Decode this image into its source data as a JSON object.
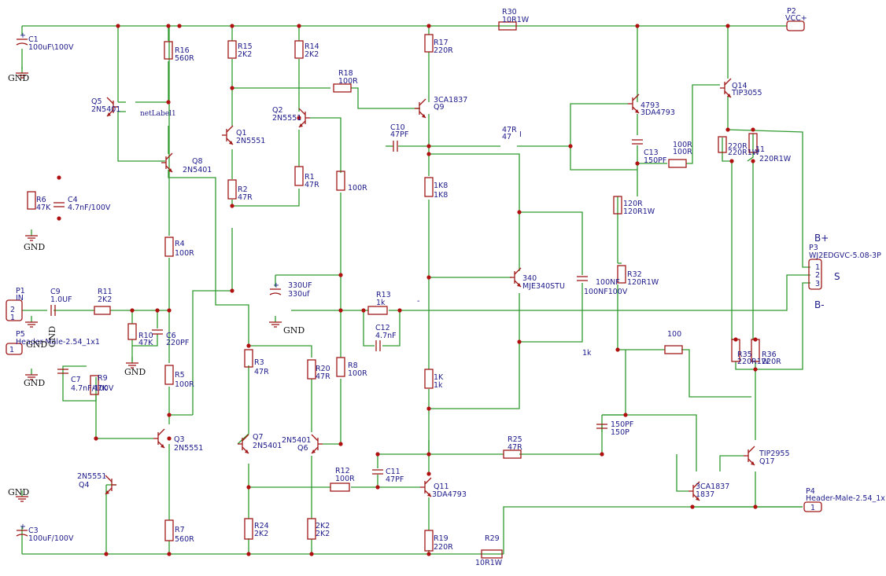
{
  "power_labels": {
    "gnd": "GND"
  },
  "components": [
    {
      "id": "C1",
      "value": "100uF\\100V"
    },
    {
      "id": "C3",
      "value": "100uF/100V"
    },
    {
      "id": "C4",
      "value": "4.7nF/100V"
    },
    {
      "id": "C6",
      "value": "220PF"
    },
    {
      "id": "C7",
      "value": "4.7nF/100V"
    },
    {
      "id": "C9",
      "value": "1.0UF"
    },
    {
      "id": "C10",
      "value": "47PF"
    },
    {
      "id": "C11",
      "value": "47PF"
    },
    {
      "id": "C12",
      "value": "4.7nF"
    },
    {
      "id": "C13",
      "value": "150PF"
    },
    {
      "id": "R1",
      "value": "47R"
    },
    {
      "id": "R2",
      "value": "47R"
    },
    {
      "id": "R3",
      "value": "47R"
    },
    {
      "id": "R4",
      "value": "100R"
    },
    {
      "id": "R5",
      "value": "100R"
    },
    {
      "id": "R6",
      "value": "47K"
    },
    {
      "id": "R7",
      "value": "560R"
    },
    {
      "id": "R8",
      "value": "100R"
    },
    {
      "id": "R9",
      "value": "47K"
    },
    {
      "id": "R10",
      "value": "47K"
    },
    {
      "id": "R11",
      "value": "2K2"
    },
    {
      "id": "R12",
      "value": "100R"
    },
    {
      "id": "R13",
      "value": "1k"
    },
    {
      "id": "R14",
      "value": "2K2"
    },
    {
      "id": "R15",
      "value": "2K2"
    },
    {
      "id": "R16",
      "value": "560R"
    },
    {
      "id": "R17",
      "value": "220R"
    },
    {
      "id": "R18",
      "value": "100R"
    },
    {
      "id": "R19",
      "value": "220R"
    },
    {
      "id": "R20",
      "value": "47R"
    },
    {
      "id": "R24",
      "value": "2K2"
    },
    {
      "id": "R25",
      "value": "47R"
    },
    {
      "id": "R29",
      "value": "10R1W"
    },
    {
      "id": "R30",
      "value": "10R1W"
    },
    {
      "id": "R32",
      "value": "120R1W"
    },
    {
      "id": "R35",
      "value": "220R1W"
    },
    {
      "id": "R36",
      "value": "220R"
    },
    {
      "id": "Q1",
      "value": "2N5551"
    },
    {
      "id": "Q2",
      "value": "2N5551"
    },
    {
      "id": "Q3",
      "value": "2N5551"
    },
    {
      "id": "Q4",
      "value": "2N5551"
    },
    {
      "id": "Q5",
      "value": "2N5401"
    },
    {
      "id": "Q6",
      "value": "2N5401"
    },
    {
      "id": "Q7",
      "value": "2N5401"
    },
    {
      "id": "Q8",
      "value": "2N5401"
    },
    {
      "id": "Q9",
      "value": "3CA1837"
    },
    {
      "id": "Q11",
      "value": "3DA4793"
    },
    {
      "id": "Q14",
      "value": "TIP3055"
    },
    {
      "id": "Q17",
      "value": "TIP2955"
    },
    {
      "id": "P1",
      "value": "IN"
    },
    {
      "id": "P2",
      "value": "VCC+"
    },
    {
      "id": "P3",
      "value": "WJ2EDGVC-5.08-3P"
    },
    {
      "id": "P4",
      "value": "Header-Male-2.54_1x1"
    },
    {
      "id": "P5",
      "value": "Header-Male-2.54_1x1"
    }
  ],
  "annotations": {
    "net_label": "netLabel1",
    "u340_ref": "340",
    "u340_part": "MJE340STU",
    "u340_cap": "100NF",
    "u340_cap_value": "100NF100V",
    "r_1k8_ref": "1K8",
    "r_1k8_value": "1K8",
    "r_1k_ref": "1K",
    "r_1k_value": "1k",
    "r_100r_mid": "100R",
    "r_47r_ref": "47R",
    "r_47r_value": "47",
    "r_120r_ref": "120R",
    "r_120r_value": "120R1W",
    "r_100r_ref": "100R",
    "r_100r_value": "100R",
    "r_220r_ref": "220R",
    "r_220r_value": "220R1W",
    "r11_mark": "11",
    "r_220r_b": "220R1W",
    "r_100": "100",
    "lbl_1k_free": "1k",
    "cap_150pf_ref": "150PF",
    "cap_150pf_value": "150P",
    "q_4793_ref": "4793",
    "q_4793_value": "3DA4793",
    "q_1837_ref": "3CA1837",
    "q_1837_value": "1837",
    "cap_330_ref": "330UF",
    "cap_330_value": "330uf",
    "gnd_vertical": "GND",
    "bplus": "B+",
    "bminus": "B-",
    "s_label": "S",
    "dash1": "-",
    "tick1": "I"
  },
  "pins": {
    "one": "1",
    "two": "2",
    "three": "3"
  }
}
